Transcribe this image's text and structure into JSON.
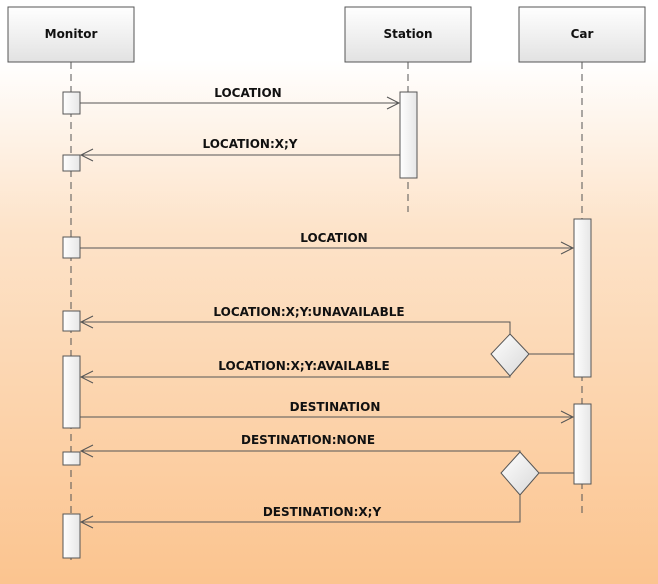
{
  "participants": [
    {
      "id": "monitor",
      "label": "Monitor"
    },
    {
      "id": "station",
      "label": "Station"
    },
    {
      "id": "car",
      "label": "Car"
    }
  ],
  "messages": {
    "m1": "LOCATION",
    "m2": "LOCATION:X;Y",
    "m3": "LOCATION",
    "m4": "LOCATION:X;Y:UNAVAILABLE",
    "m5": "LOCATION:X;Y:AVAILABLE",
    "m6": "DESTINATION",
    "m7": "DESTINATION:NONE",
    "m8": "DESTINATION:X;Y"
  },
  "colors": {
    "line": "#555555",
    "activation_fill": "#f4f4f4",
    "header_fill_top": "#ffffff",
    "header_fill_bottom": "#e2e2e2",
    "background_bottom": "#fbc48f"
  }
}
